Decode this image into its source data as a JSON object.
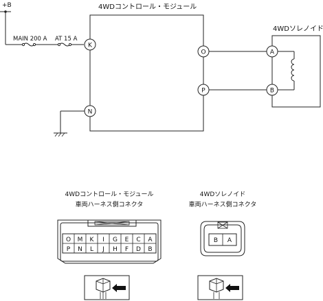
{
  "power": {
    "label": "+B"
  },
  "fuses": {
    "main": "MAIN 200 A",
    "at": "AT 15 A"
  },
  "module": {
    "title": "4WDコントロール・モジュール"
  },
  "solenoid": {
    "title": "4WDソレノイド"
  },
  "terminals": {
    "K": "K",
    "N": "N",
    "O": "O",
    "P": "P",
    "A": "A",
    "B": "B"
  },
  "connector_module": {
    "title_line1": "4WDコントロール・モジュール",
    "title_line2": "車両ハーネス側コネクタ",
    "row1": [
      "O",
      "M",
      "K",
      "I",
      "G",
      "E",
      "C",
      "A"
    ],
    "row2": [
      "P",
      "N",
      "L",
      "J",
      "H",
      "F",
      "D",
      "B"
    ]
  },
  "connector_solenoid": {
    "title_line1": "4WDソレノイド",
    "title_line2": "車両ハーネス側コネクタ",
    "pins": [
      "B",
      "A"
    ]
  }
}
